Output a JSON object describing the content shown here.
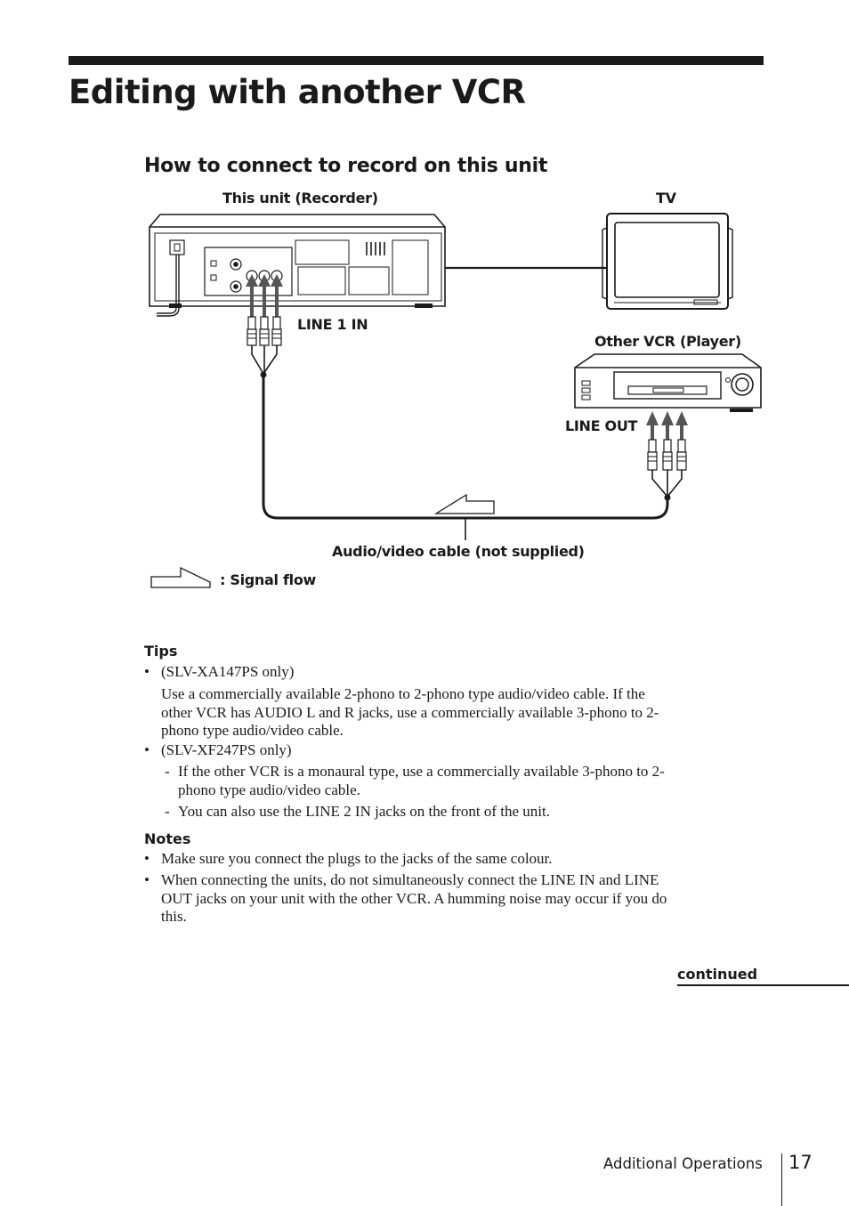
{
  "page": {
    "title": "Editing with another VCR",
    "section_title": "How to connect to record on this unit"
  },
  "diagram": {
    "this_unit_label": "This unit (Recorder)",
    "tv_label": "TV",
    "line1_in_label": "LINE 1 IN",
    "other_vcr_label": "Other VCR (Player)",
    "line_out_label": "LINE OUT",
    "cable_label": "Audio/video cable (not supplied)",
    "legend_label": ":  Signal flow"
  },
  "tips": {
    "heading": "Tips",
    "bullet": "•",
    "dash": "-",
    "item1_model": "(SLV-XA147PS only)",
    "item1_text": [
      "Use a commercially available 2-phono to 2-phono type audio/video cable.  If the",
      "other VCR has AUDIO L and R jacks, use a commercially available 3-phono to 2-",
      "phono type audio/video cable."
    ],
    "item2_model": "(SLV-XF247PS only)",
    "item2_sub1": [
      "If the other VCR is a monaural type, use a commercially available 3-phono to 2-",
      "phono type audio/video cable."
    ],
    "item2_sub2": "You can also use the LINE 2 IN jacks on the front of the unit."
  },
  "notes": {
    "heading": "Notes",
    "item1": "Make sure you connect the plugs to the jacks of the same colour.",
    "item2": [
      "When connecting the units, do not simultaneously connect the LINE IN and LINE",
      "OUT jacks on your unit with the other VCR.  A humming noise may occur if you do",
      "this."
    ]
  },
  "footer": {
    "continued": "continued",
    "section": "Additional Operations",
    "page_number": "17"
  }
}
